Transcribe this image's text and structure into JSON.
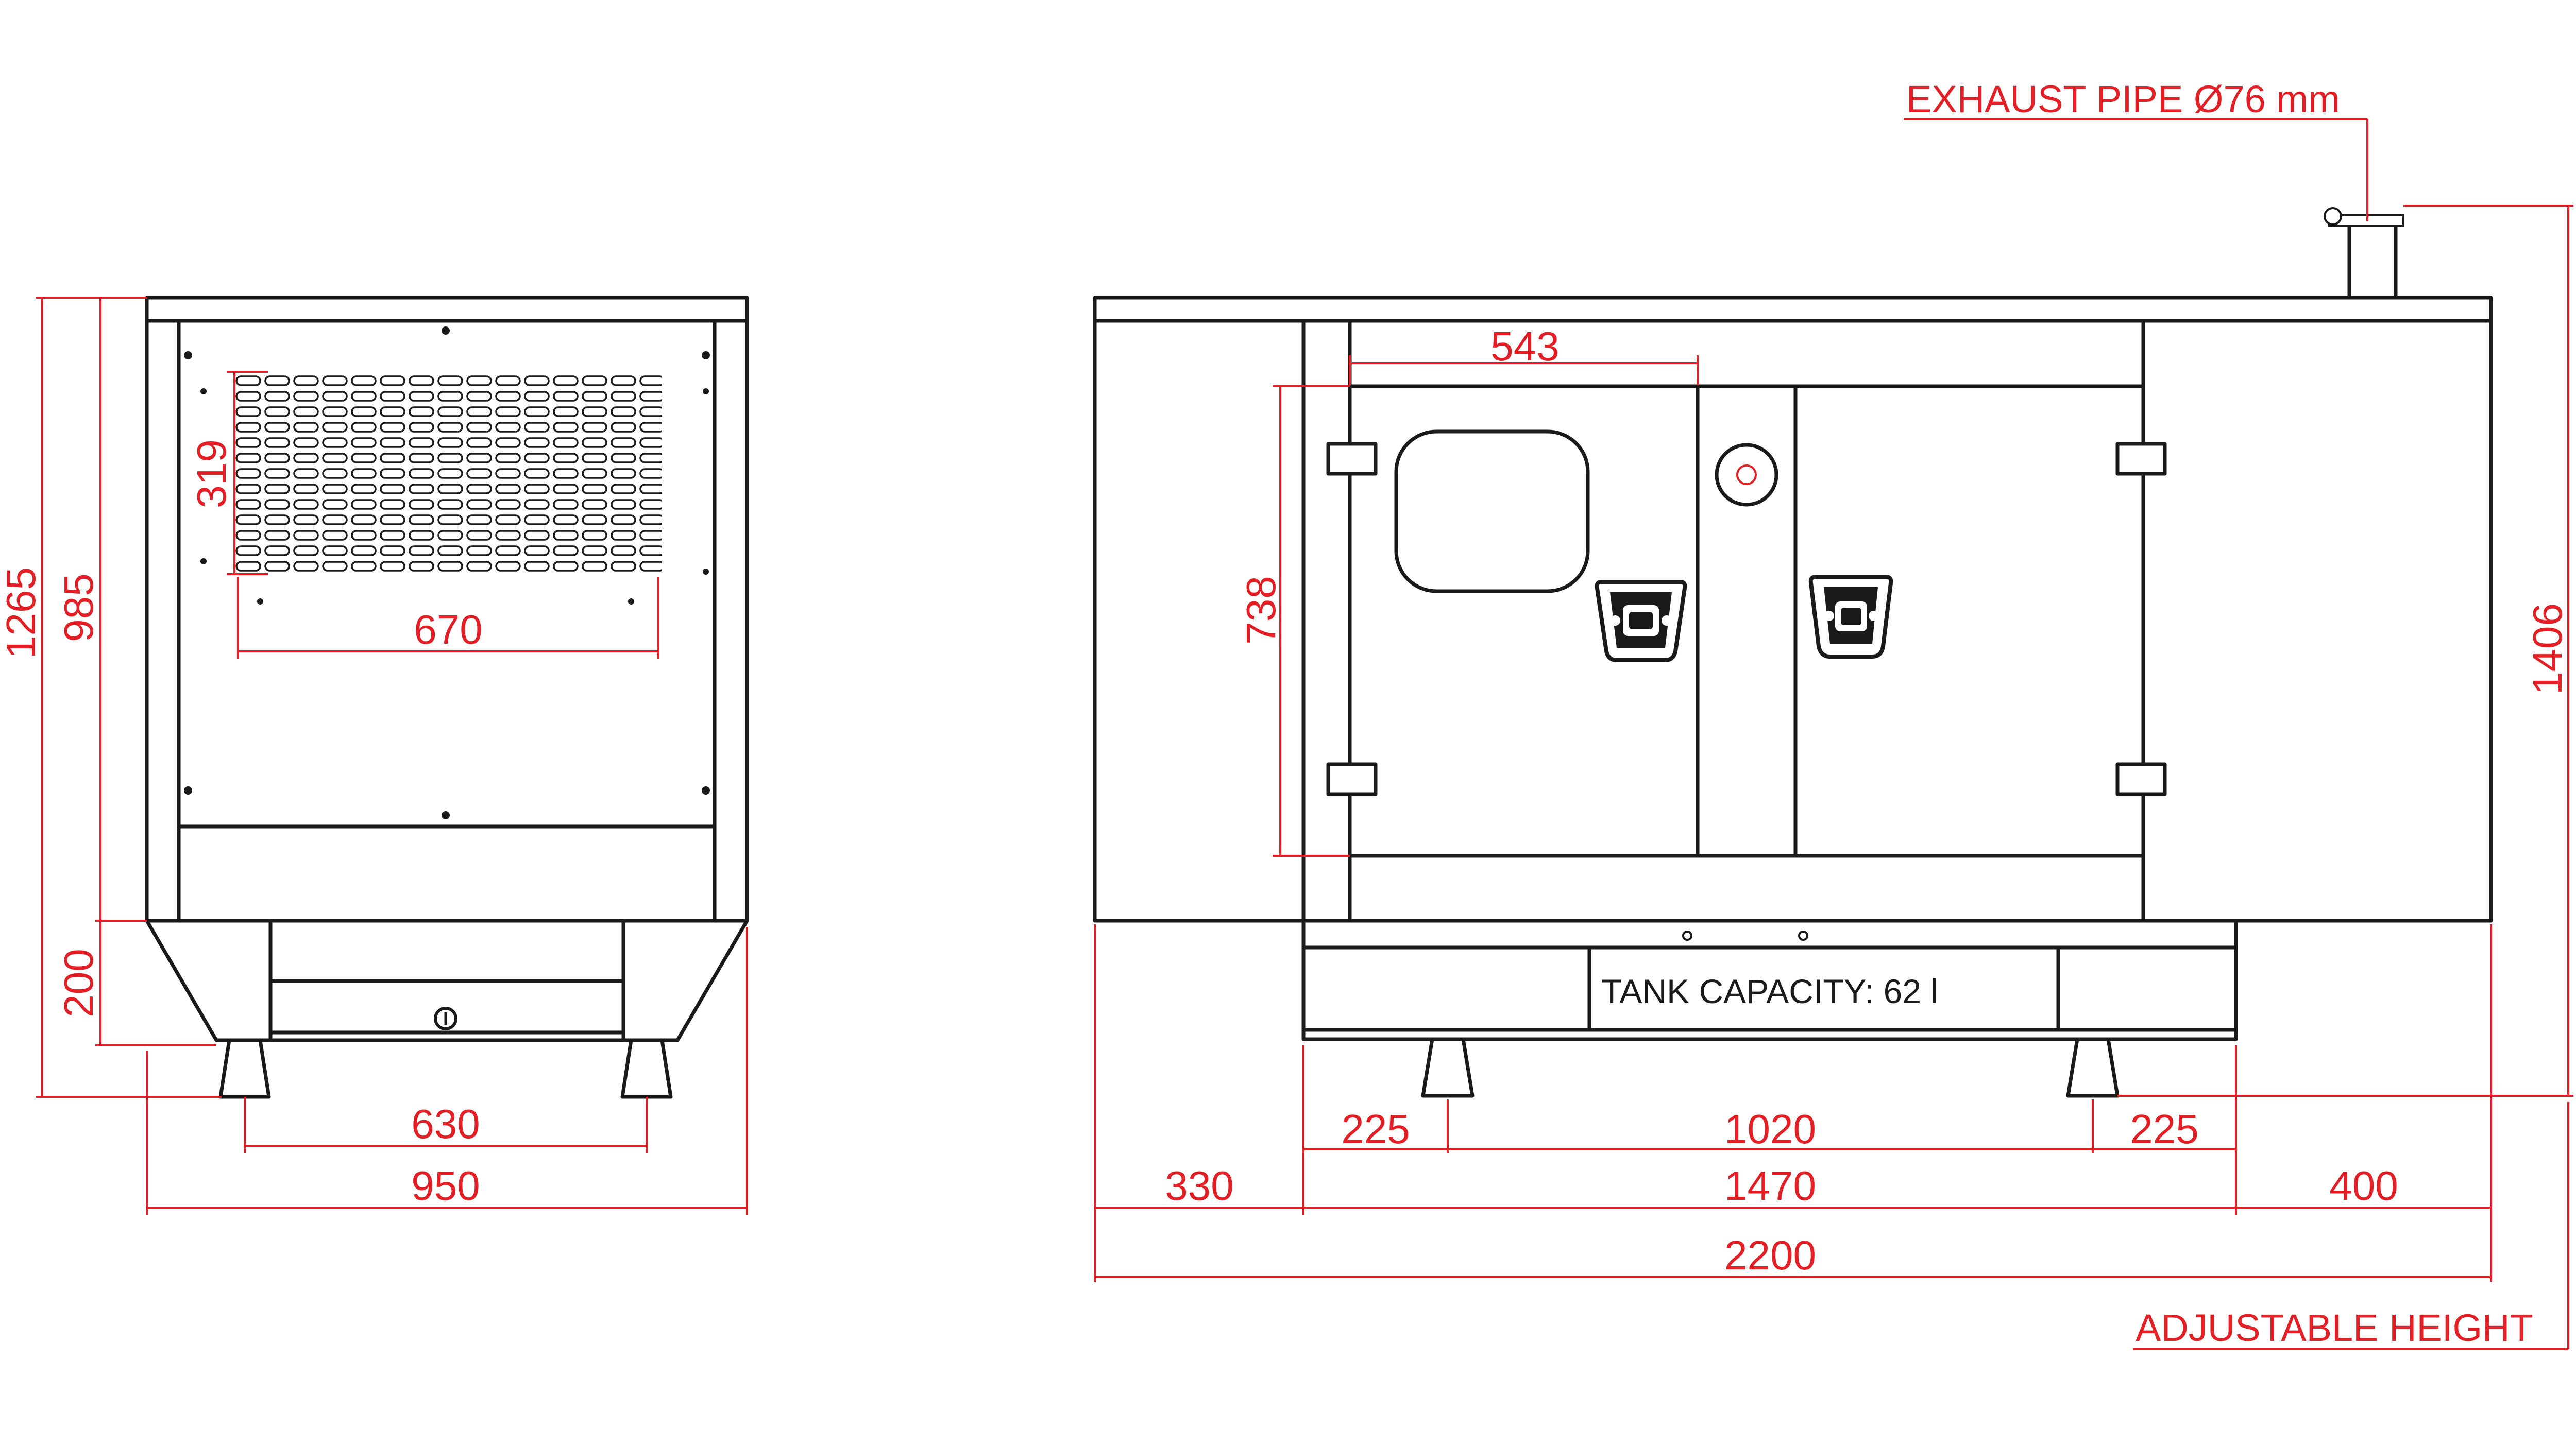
{
  "front_view": {
    "dims": {
      "overall_height": "1265",
      "canopy_height": "985",
      "base_height": "200",
      "grille_height": "319",
      "grille_width": "670",
      "leg_spacing": "630",
      "overall_width": "950"
    }
  },
  "side_view": {
    "dims": {
      "door_width": "543",
      "door_height": "738",
      "overall_height": "1406",
      "leg_offset_left": "225",
      "leg_spacing": "1020",
      "leg_offset_right": "225",
      "front_overhang": "330",
      "base_length": "1470",
      "rear_overhang": "400",
      "overall_length": "2200"
    },
    "tank_label": "TANK CAPACITY: 62 l"
  },
  "notes": {
    "exhaust": "EXHAUST PIPE Ø76 mm",
    "adjustable": "ADJUSTABLE HEIGHT"
  }
}
